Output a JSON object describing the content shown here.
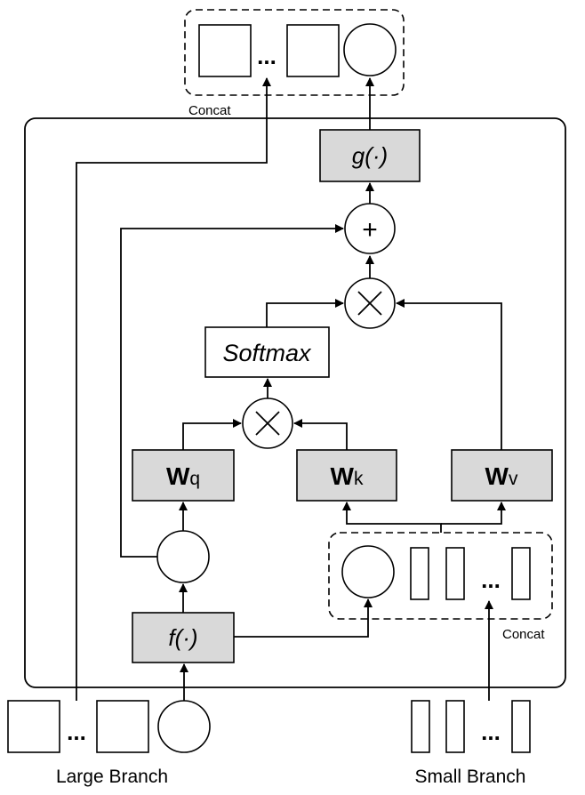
{
  "labels": {
    "concat_top": "Concat",
    "concat_right": "Concat",
    "large_branch": "Large Branch",
    "small_branch": "Small Branch",
    "g_func": "g(·)",
    "f_func": "f(·)",
    "softmax": "Softmax",
    "wq_main": "W",
    "wq_sub": "q",
    "wk_main": "W",
    "wk_sub": "k",
    "wv_main": "W",
    "wv_sub": "v",
    "plus": "+",
    "multiply": "×",
    "ellipsis": "..."
  }
}
